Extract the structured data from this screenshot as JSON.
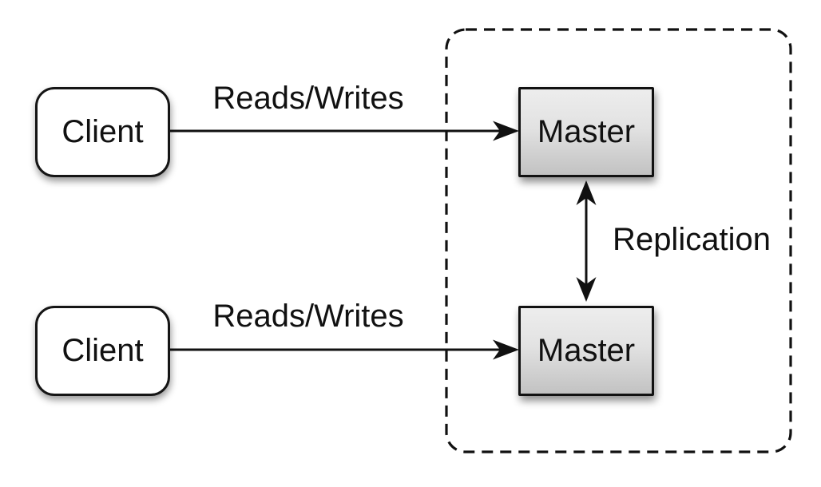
{
  "diagram": {
    "title": "Master-Master Replication Diagram",
    "background_color": "#ffffff",
    "line_color": "#111111",
    "master_fill_top": "#ededed",
    "master_fill_bottom": "#c2c2c2",
    "nodes": {
      "client_top": {
        "label": "Client",
        "shape": "rounded-rect",
        "fill": "#ffffff"
      },
      "client_bottom": {
        "label": "Client",
        "shape": "rounded-rect",
        "fill": "#ffffff"
      },
      "master_top": {
        "label": "Master",
        "shape": "rect",
        "fill": "gray-gradient"
      },
      "master_bottom": {
        "label": "Master",
        "shape": "rect",
        "fill": "gray-gradient"
      }
    },
    "edges": {
      "reads_writes_top": {
        "label": "Reads/Writes",
        "from": "client_top",
        "to": "master_top",
        "direction": "one-way"
      },
      "reads_writes_bottom": {
        "label": "Reads/Writes",
        "from": "client_bottom",
        "to": "master_bottom",
        "direction": "one-way"
      },
      "replication": {
        "label": "Replication",
        "from": "master_top",
        "to": "master_bottom",
        "direction": "two-way"
      }
    },
    "cluster": {
      "border_style": "dashed",
      "contains": [
        "master_top",
        "master_bottom"
      ]
    }
  }
}
